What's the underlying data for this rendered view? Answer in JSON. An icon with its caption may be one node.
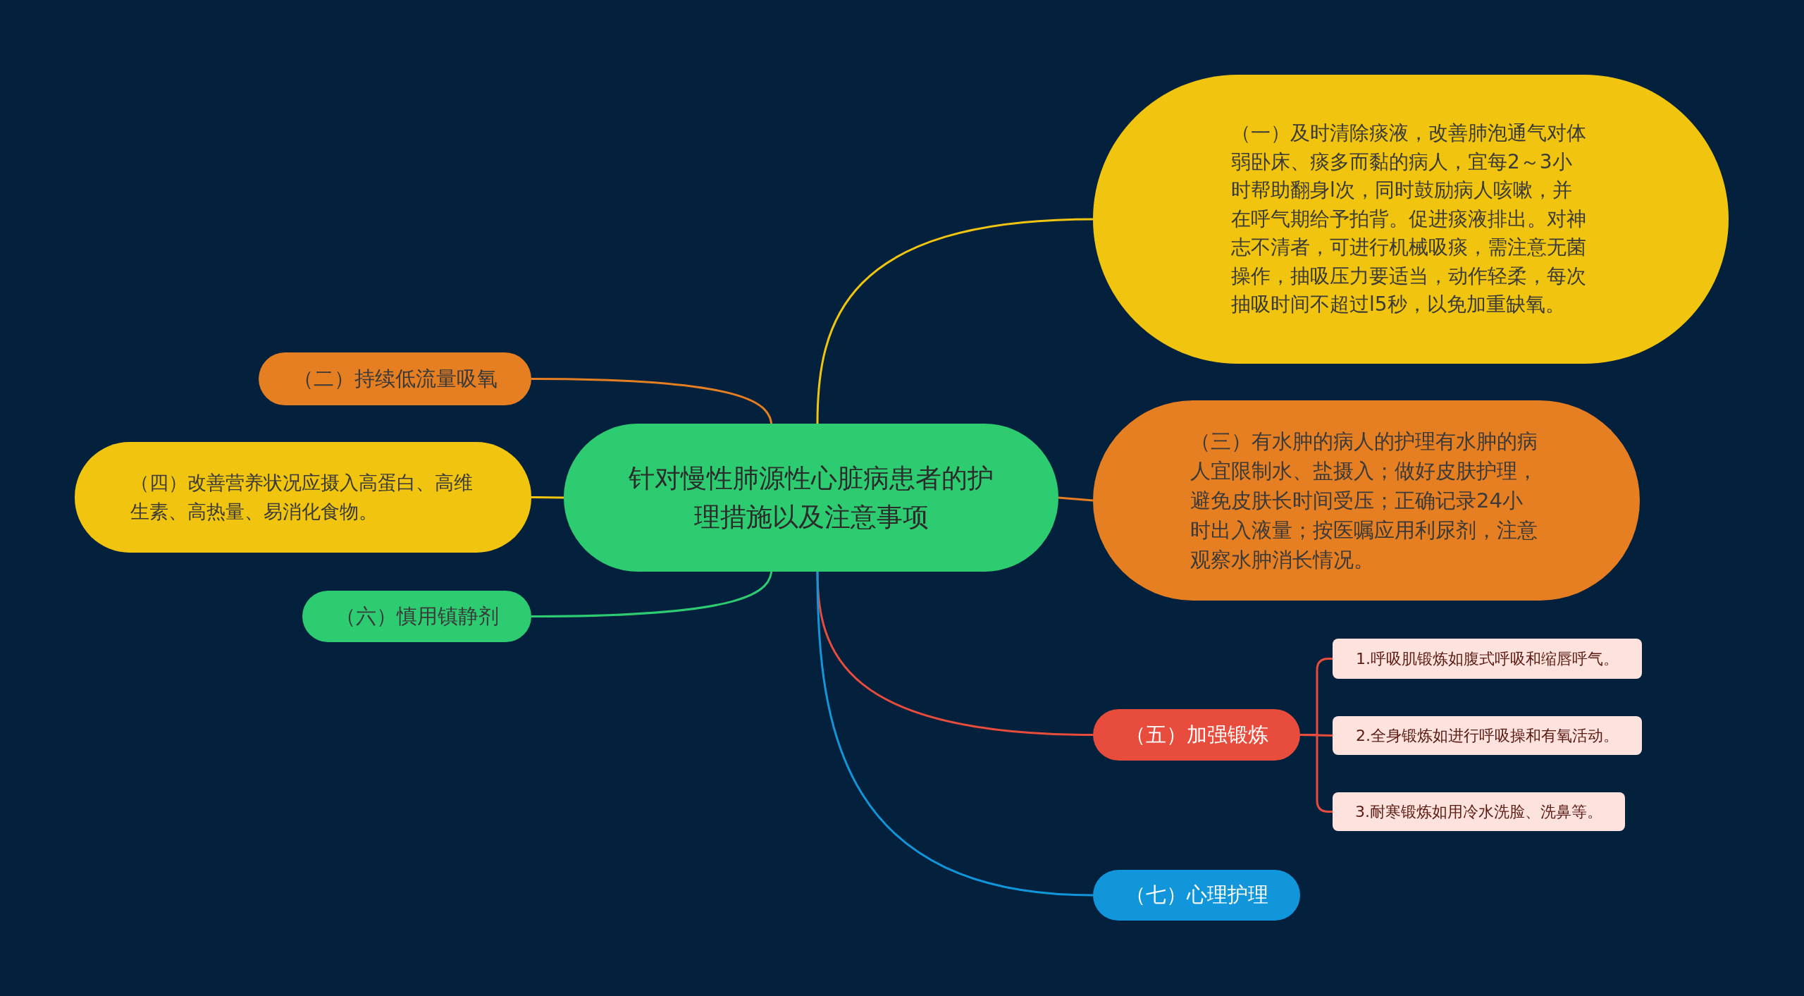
{
  "diagram": {
    "nodes": [
      {
        "text": [
          "针对慢性肺源性心脏病患者的护理措施以及注意事项"
        ]
      },
      {
        "text": [
          "（一）及时清除痰液，改善肺泡通气对体弱卧床、痰多而黏的病人，宜每2～3小时帮助翻身l次，同时鼓励病人咳嗽，并在呼气期给予拍背。促进痰液排出。对神志不清者，可进行机械吸痰，需注意无菌操作，抽吸压力要适当，动作轻柔，每次抽吸时间不超过l5秒，以免加重缺氧。"
        ]
      },
      {
        "text": [
          "（二）持续低流量吸氧"
        ]
      },
      {
        "text": [
          "（三）有水肿的病人的护理有水肿的病人宜限制水、盐摄入；做好皮肤护理，避免皮肤长时间受压；正确记录24小时出入液量；按医嘱应用利尿剂，注意观察水肿消长情况。"
        ]
      },
      {
        "text": [
          "（四）改善营养状况应摄入高蛋白、高维生素、高热量、易消化食物。"
        ]
      },
      {
        "text": [
          "（五）加强锻炼"
        ]
      },
      {
        "text": [
          "（六）慎用镇静剂"
        ]
      },
      {
        "text": [
          "（七）心理护理"
        ]
      },
      {
        "text": [
          "1.呼吸肌锻炼如腹式呼吸和缩唇呼气。"
        ]
      },
      {
        "text": [
          "2.全身锻炼如进行呼吸操和有氧活动。"
        ]
      },
      {
        "text": [
          "3.耐寒锻炼如用冷水洗脸、洗鼻等。"
        ]
      }
    ],
    "edges": [
      {
        "from": 0,
        "to": 1,
        "arrow": "none",
        "color": "#f1c40f"
      },
      {
        "from": 0,
        "to": 2,
        "arrow": "none",
        "color": "#e67e22"
      },
      {
        "from": 0,
        "to": 3,
        "arrow": "none",
        "color": "#e67e22"
      },
      {
        "from": 0,
        "to": 4,
        "arrow": "none",
        "color": "#f1c40f"
      },
      {
        "from": 0,
        "to": 5,
        "arrow": "none",
        "color": "#e74c3c"
      },
      {
        "from": 0,
        "to": 6,
        "arrow": "none",
        "color": "#2ecc71"
      },
      {
        "from": 0,
        "to": 7,
        "arrow": "none",
        "color": "#1296db"
      },
      {
        "from": 5,
        "to": 8,
        "arrow": "none",
        "color": "#e74c3c"
      },
      {
        "from": 5,
        "to": 9,
        "arrow": "none",
        "color": "#e74c3c"
      },
      {
        "from": 5,
        "to": 10,
        "arrow": "none",
        "color": "#e74c3c"
      }
    ]
  }
}
